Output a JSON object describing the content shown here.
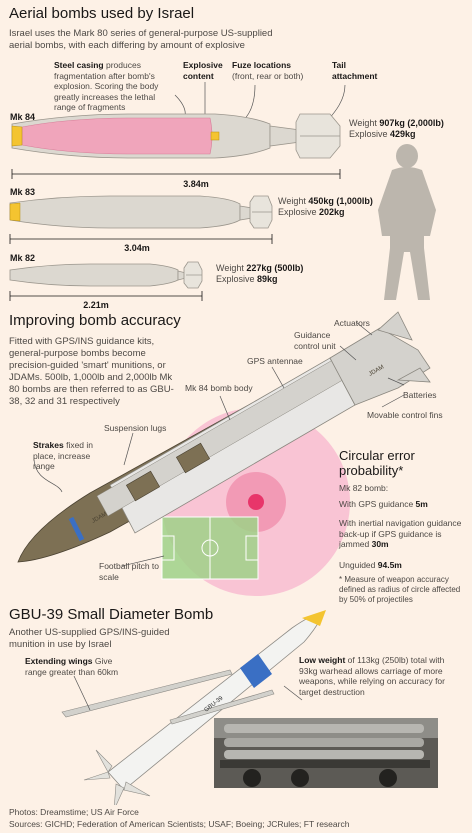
{
  "colors": {
    "background": "#fdf1e6",
    "explosive": "#f0a5bb",
    "casing_grey": "#dcd8d0",
    "fuze_yellow": "#f4c430",
    "cep_pink": "#f29ab5",
    "cep_red": "#e8356a",
    "pitch_green": "#9fd187",
    "bomb_olive": "#7d7054",
    "gbu39_blue": "#3a6fc4"
  },
  "section1": {
    "title": "Aerial bombs used by Israel",
    "intro": "Israel uses the Mark 80 series of general-purpose US-supplied aerial bombs, with each differing by amount of explosive",
    "callouts": {
      "steel_bold": "Steel casing",
      "steel_rest": " produces fragmentation after bomb's explosion. Scoring the body greatly increases the lethal range of fragments",
      "explosive": "Explosive content",
      "fuze_bold": "Fuze locations",
      "fuze_rest": "(front, rear or both)",
      "tail": "Tail attachment"
    },
    "bombs": [
      {
        "name": "Mk 84",
        "weight_label": "Weight ",
        "weight": "907kg (2,000lb)",
        "explosive_label": "Explosive ",
        "explosive": "429kg",
        "length": "3.84m"
      },
      {
        "name": "Mk 83",
        "weight_label": "Weight ",
        "weight": "450kg (1,000lb)",
        "explosive_label": "Explosive ",
        "explosive": "202kg",
        "length": "3.04m"
      },
      {
        "name": "Mk 82",
        "weight_label": "Weight ",
        "weight": "227kg (500lb)",
        "explosive_label": "Explosive ",
        "explosive": "89kg",
        "length": "2.21m"
      }
    ]
  },
  "section2": {
    "title": "Improving bomb accuracy",
    "intro": "Fitted with GPS/INS guidance kits, general-purpose bombs become precision-guided 'smart' munitions, or JDAMs. 500lb, 1,000lb and 2,000lb Mk 80 bombs are then referred to as GBU-38, 32 and 31 respectively",
    "labels": {
      "actuators": "Actuators",
      "guidance": "Guidance control unit",
      "gps": "GPS antennae",
      "mk84body": "Mk 84 bomb body",
      "batteries": "Batteries",
      "fins": "Movable control fins",
      "lugs": "Suspension lugs",
      "strakes_bold": "Strakes",
      "strakes_rest": " fixed in place, increase range",
      "pitch": "Football pitch to scale",
      "jdam_body": "JDAM",
      "jdam_tail": "JDAM"
    },
    "cep": {
      "title": "Circular error probability*",
      "subtitle": "Mk 82 bomb:",
      "gps_text": "With GPS guidance ",
      "gps_value": "5m",
      "ins_text": "With inertial navigation guidance back-up if GPS guidance is jammed ",
      "ins_value": "30m",
      "unguided_text": "Unguided ",
      "unguided_value": "94.5m",
      "note": "* Measure of weapon accuracy defined as radius of circle affected by 50% of projectiles"
    }
  },
  "section3": {
    "title": "GBU-39 Small Diameter Bomb",
    "intro": "Another US-supplied GPS/INS-guided munition in use by Israel",
    "wings_bold": "Extending wings",
    "wings_rest": " Give range greater than 60km",
    "low_bold": "Low weight",
    "low_rest": " of 113kg (250lb) total with 93kg warhead allows carriage of more weapons, while relying on accuracy for target destruction",
    "bomb_marking": "GBU-39"
  },
  "footer": {
    "photos": "Photos: Dreamstime; US Air Force",
    "sources": "Sources: GICHD; Federation of American Scientists; USAF; Boeing; JCRules; FT research"
  }
}
